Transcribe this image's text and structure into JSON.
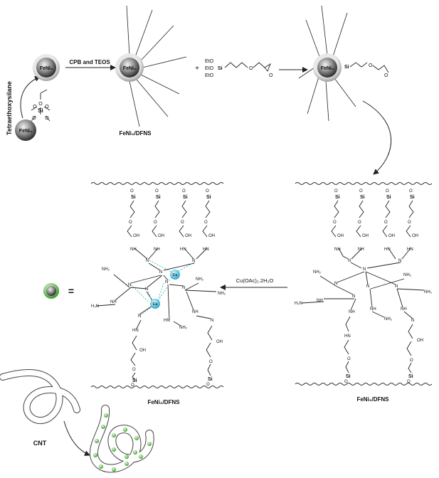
{
  "labels": {
    "core": "FeNi₃",
    "teos": "Tetraethoxysilane",
    "step1": "CPB and TEOS",
    "dfns_top": "FeNi₃/DFNS",
    "dfns_bottom_left": "FeNi₃/DFNS",
    "dfns_bottom_right": "FeNi₃/DFNS",
    "plus": "+",
    "eto": "EtO",
    "si": "Si",
    "o": "O",
    "n": "N",
    "nh": "NH",
    "hn": "HN",
    "nh2": "NH₂",
    "h2n": "H₂N",
    "oh": "OH",
    "cu": "Cu",
    "reagent": "Cu(OAc)₂.2H₂O",
    "equals": "=",
    "cnt": "CNT"
  },
  "colors": {
    "core_gray": "#6e6e6e",
    "shell_gray": "#bdbdbd",
    "cu_blue": "#4fc3e0",
    "catalyst_green": "#5cb85c"
  }
}
